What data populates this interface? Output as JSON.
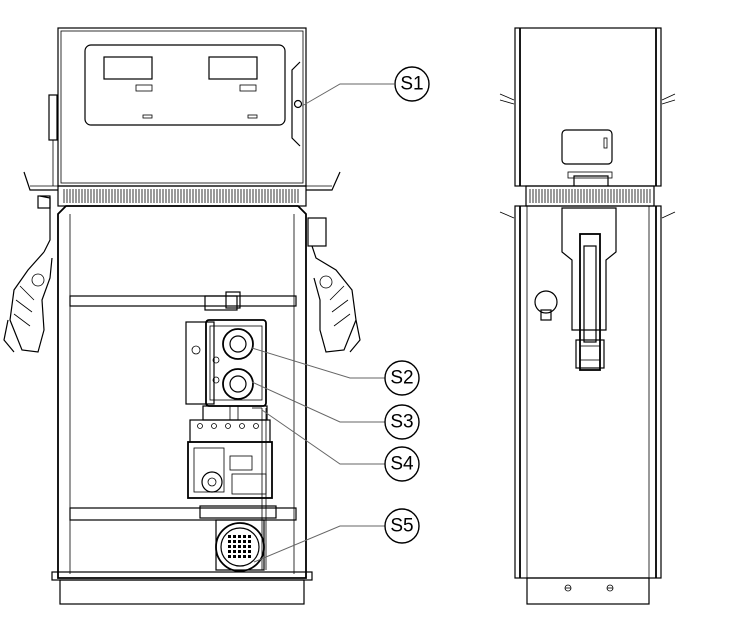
{
  "callouts": [
    {
      "id": "s1",
      "label": "S1"
    },
    {
      "id": "s2",
      "label": "S2"
    },
    {
      "id": "s3",
      "label": "S3"
    },
    {
      "id": "s4",
      "label": "S4"
    },
    {
      "id": "s5",
      "label": "S5"
    }
  ],
  "views": {
    "front": "front-view",
    "side": "side-view"
  }
}
